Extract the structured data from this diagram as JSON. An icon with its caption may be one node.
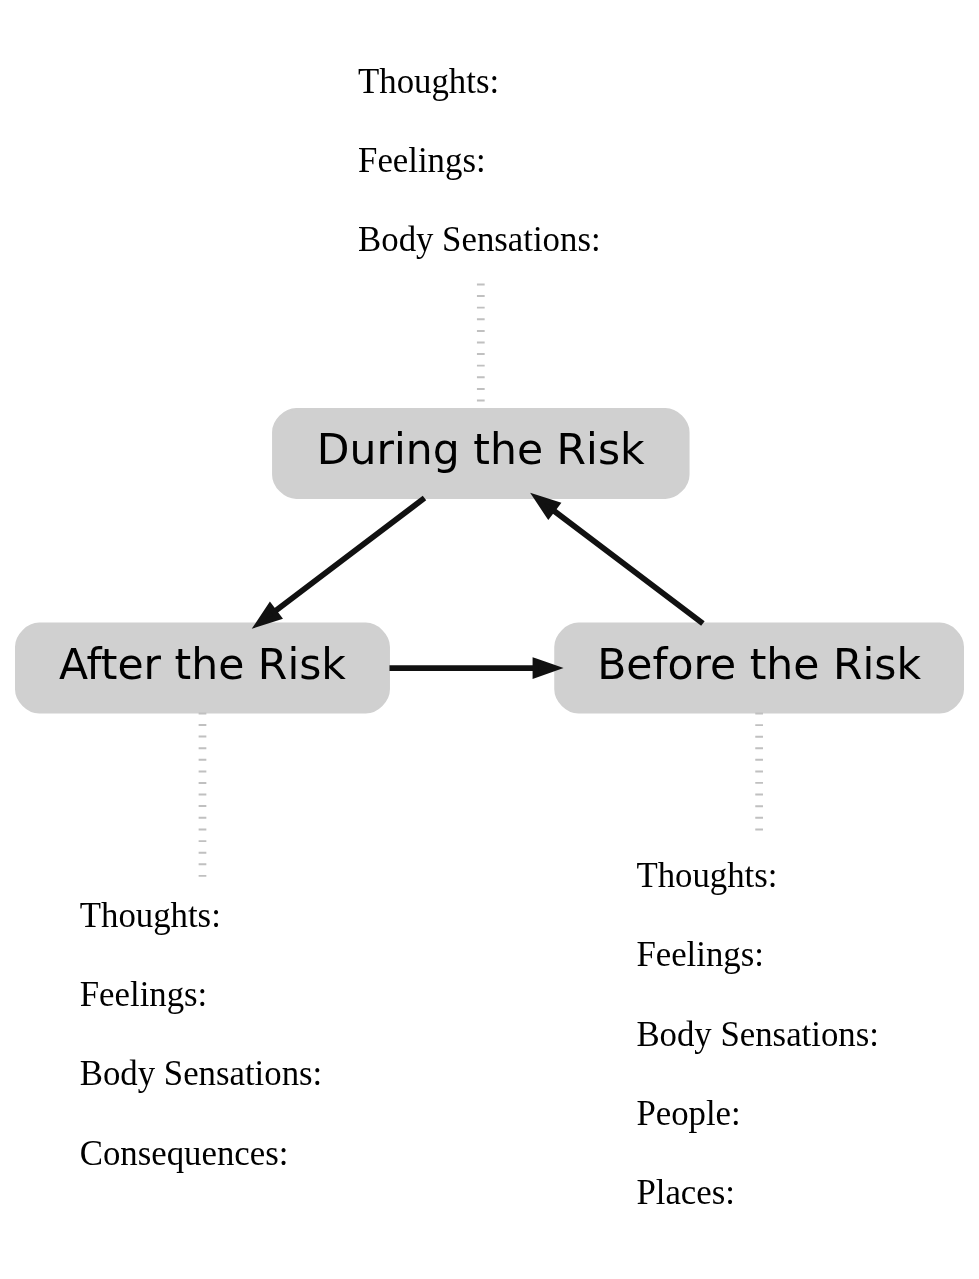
{
  "diagram": {
    "nodes": [
      {
        "text": [
          "During the Risk"
        ]
      },
      {
        "text": [
          "After the Risk"
        ]
      },
      {
        "text": [
          "Before the Risk"
        ]
      },
      {
        "text": [
          "Thoughts:",
          "Feelings:",
          "Body Sensations:"
        ]
      },
      {
        "text": [
          "Thoughts:",
          "Feelings:",
          "Body Sensations:",
          "People:",
          "Places:"
        ]
      },
      {
        "text": [
          "Thoughts:",
          "Feelings:",
          "Body Sensations:",
          "Consequences:"
        ]
      }
    ],
    "edges": [
      {
        "from": 2,
        "to": 0,
        "arrow": "to"
      },
      {
        "from": 0,
        "to": 1,
        "arrow": "to"
      },
      {
        "from": 1,
        "to": 2,
        "arrow": "to"
      },
      {
        "from": 3,
        "to": 0,
        "arrow": "none",
        "style": "dashed",
        "color": "#c0c0c0"
      },
      {
        "from": 2,
        "to": 4,
        "arrow": "none",
        "style": "dashed",
        "color": "#c0c0c0"
      },
      {
        "from": 1,
        "to": 5,
        "arrow": "none",
        "style": "dashed",
        "color": "#c0c0c0"
      }
    ]
  }
}
